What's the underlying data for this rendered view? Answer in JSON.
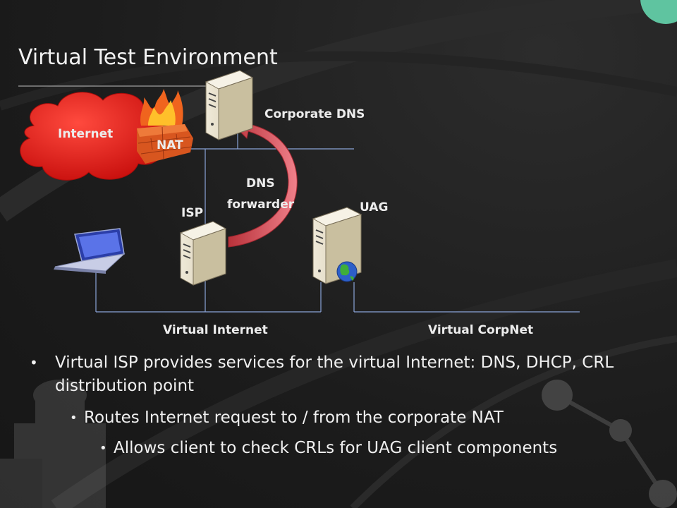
{
  "slide": {
    "title": "Virtual Test Environment"
  },
  "diagram": {
    "labels": {
      "internet": "Internet",
      "nat": "NAT",
      "corporate_dns": "Corporate DNS",
      "dns_forwarder_line1": "DNS",
      "dns_forwarder_line2": "forwarder",
      "isp": "ISP",
      "uag": "UAG",
      "virtual_internet": "Virtual Internet",
      "virtual_corpnet": "Virtual CorpNet"
    },
    "icons": [
      "cloud-icon",
      "firewall-icon",
      "server-icon",
      "laptop-icon",
      "globe-icon",
      "curved-arrow-icon"
    ]
  },
  "bullets": {
    "level1": "Virtual ISP provides services for the virtual Internet: DNS, DHCP, CRL distribution point",
    "level2": "Routes Internet request to / from the corporate NAT",
    "level3": "Allows client to check CRLs for UAG client components"
  },
  "colors": {
    "background": "#1e1e1e",
    "cloud": "#e0201c",
    "arrow": "#d9434a",
    "corner_accent": "#5fc4a0",
    "line": "#8aa4d8"
  }
}
